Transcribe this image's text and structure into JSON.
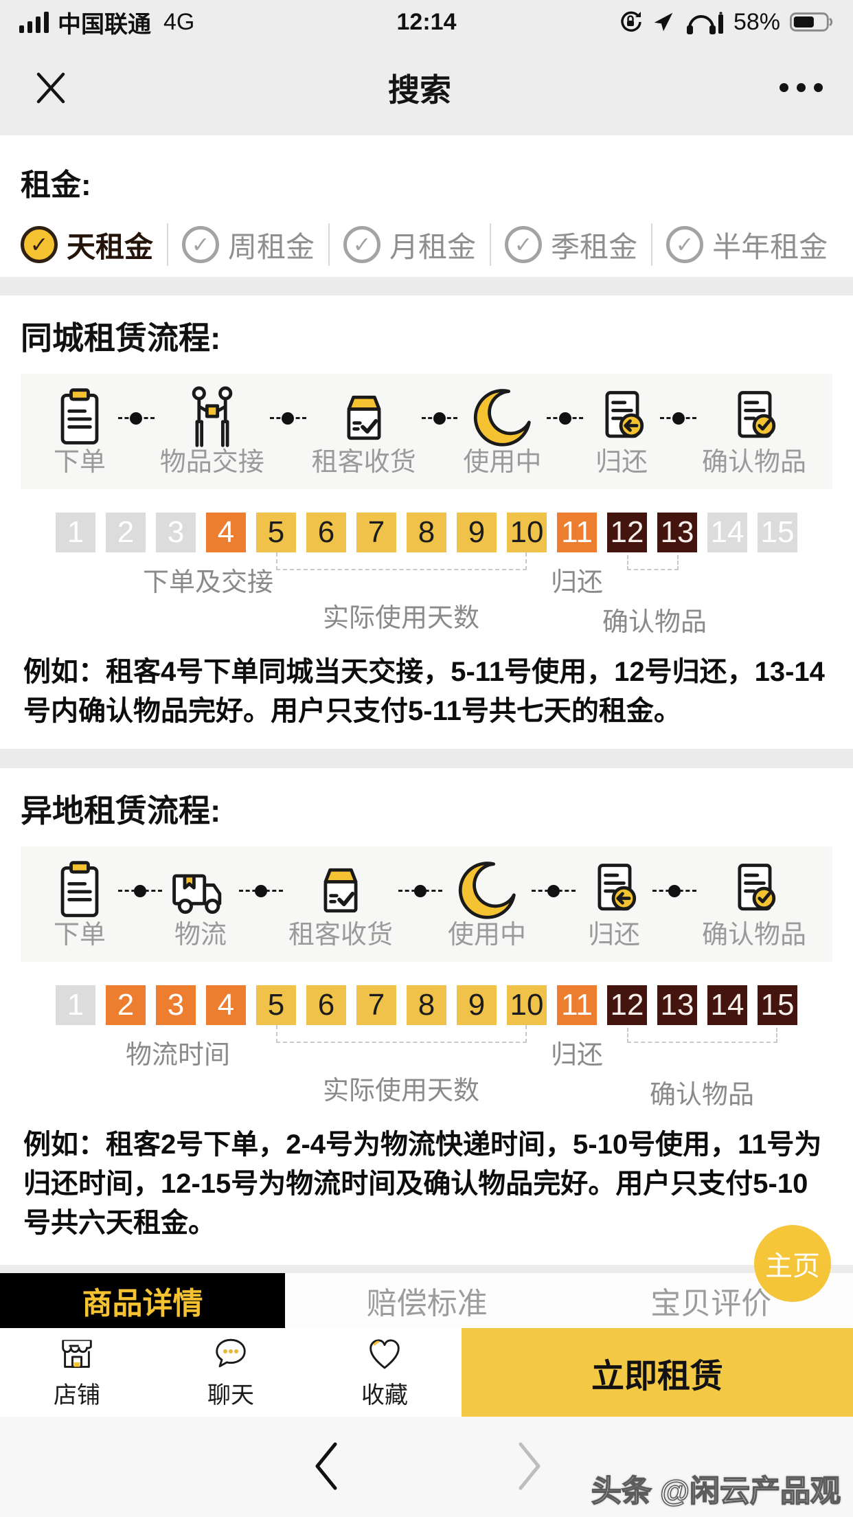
{
  "status_bar": {
    "carrier": "中国联通",
    "network": "4G",
    "time": "12:14",
    "battery_percent": "58%"
  },
  "navbar": {
    "title": "搜索"
  },
  "rent": {
    "label": "租金:",
    "options": [
      {
        "label": "天租金",
        "selected": true
      },
      {
        "label": "周租金",
        "selected": false
      },
      {
        "label": "月租金",
        "selected": false
      },
      {
        "label": "季租金",
        "selected": false
      },
      {
        "label": "半年租金",
        "selected": false
      }
    ]
  },
  "sections": [
    {
      "title": "同城租赁流程:",
      "steps": [
        {
          "icon": "clipboard-icon",
          "label": "下单"
        },
        {
          "icon": "handover-icon",
          "label": "物品交接"
        },
        {
          "icon": "box-check-icon",
          "label": "租客收货"
        },
        {
          "icon": "moon-icon",
          "label": "使用中"
        },
        {
          "icon": "return-icon",
          "label": "归还"
        },
        {
          "icon": "confirm-icon",
          "label": "确认物品"
        }
      ],
      "days": [
        {
          "n": "1",
          "state": "grey"
        },
        {
          "n": "2",
          "state": "grey"
        },
        {
          "n": "3",
          "state": "grey"
        },
        {
          "n": "4",
          "state": "orange"
        },
        {
          "n": "5",
          "state": "yellow"
        },
        {
          "n": "6",
          "state": "yellow"
        },
        {
          "n": "7",
          "state": "yellow"
        },
        {
          "n": "8",
          "state": "yellow"
        },
        {
          "n": "9",
          "state": "yellow"
        },
        {
          "n": "10",
          "state": "yellow"
        },
        {
          "n": "11",
          "state": "orange"
        },
        {
          "n": "12",
          "state": "maroon"
        },
        {
          "n": "13",
          "state": "maroon"
        },
        {
          "n": "14",
          "state": "grey"
        },
        {
          "n": "15",
          "state": "grey"
        }
      ],
      "annotations": {
        "left": "下单及交接",
        "usage": "实际使用天数",
        "ret": "归还",
        "confirm": "确认物品"
      },
      "example": "例如：租客4号下单同城当天交接，5-11号使用，12号归还，13-14号内确认物品完好。用户只支付5-11号共七天的租金。"
    },
    {
      "title": "异地租赁流程:",
      "steps": [
        {
          "icon": "clipboard-icon",
          "label": "下单"
        },
        {
          "icon": "truck-icon",
          "label": "物流"
        },
        {
          "icon": "box-check-icon",
          "label": "租客收货"
        },
        {
          "icon": "moon-icon",
          "label": "使用中"
        },
        {
          "icon": "return-icon",
          "label": "归还"
        },
        {
          "icon": "confirm-icon",
          "label": "确认物品"
        }
      ],
      "days": [
        {
          "n": "1",
          "state": "grey"
        },
        {
          "n": "2",
          "state": "orange"
        },
        {
          "n": "3",
          "state": "orange"
        },
        {
          "n": "4",
          "state": "orange"
        },
        {
          "n": "5",
          "state": "yellow"
        },
        {
          "n": "6",
          "state": "yellow"
        },
        {
          "n": "7",
          "state": "yellow"
        },
        {
          "n": "8",
          "state": "yellow"
        },
        {
          "n": "9",
          "state": "yellow"
        },
        {
          "n": "10",
          "state": "yellow"
        },
        {
          "n": "11",
          "state": "orange"
        },
        {
          "n": "12",
          "state": "maroon"
        },
        {
          "n": "13",
          "state": "maroon"
        },
        {
          "n": "14",
          "state": "maroon"
        },
        {
          "n": "15",
          "state": "maroon"
        }
      ],
      "annotations": {
        "left": "物流时间",
        "usage": "实际使用天数",
        "ret": "归还",
        "confirm": "确认物品"
      },
      "example": "例如：租客2号下单，2-4号为物流快递时间，5-10号使用，11号为归还时间，12-15号为物流时间及确认物品完好。用户只支付5-10号共六天租金。"
    }
  ],
  "tabs": [
    {
      "label": "商品详情",
      "active": true
    },
    {
      "label": "赔偿标准",
      "active": false
    },
    {
      "label": "宝贝评价",
      "active": false
    }
  ],
  "home_button": {
    "label": "主页"
  },
  "action_bar": {
    "items": [
      {
        "icon": "shop-icon",
        "label": "店铺"
      },
      {
        "icon": "chat-icon",
        "label": "聊天"
      },
      {
        "icon": "heart-icon",
        "label": "收藏"
      }
    ],
    "cta": "立即租赁"
  },
  "footer": {
    "watermark": "头条 @闲云产品观"
  },
  "colors": {
    "accent_yellow": "#F5C332",
    "day_yellow": "#F0C24A",
    "day_orange": "#ED7D2F",
    "day_maroon": "#44150F",
    "day_grey": "#DCDCDC",
    "cta_yellow": "#F3C845"
  }
}
